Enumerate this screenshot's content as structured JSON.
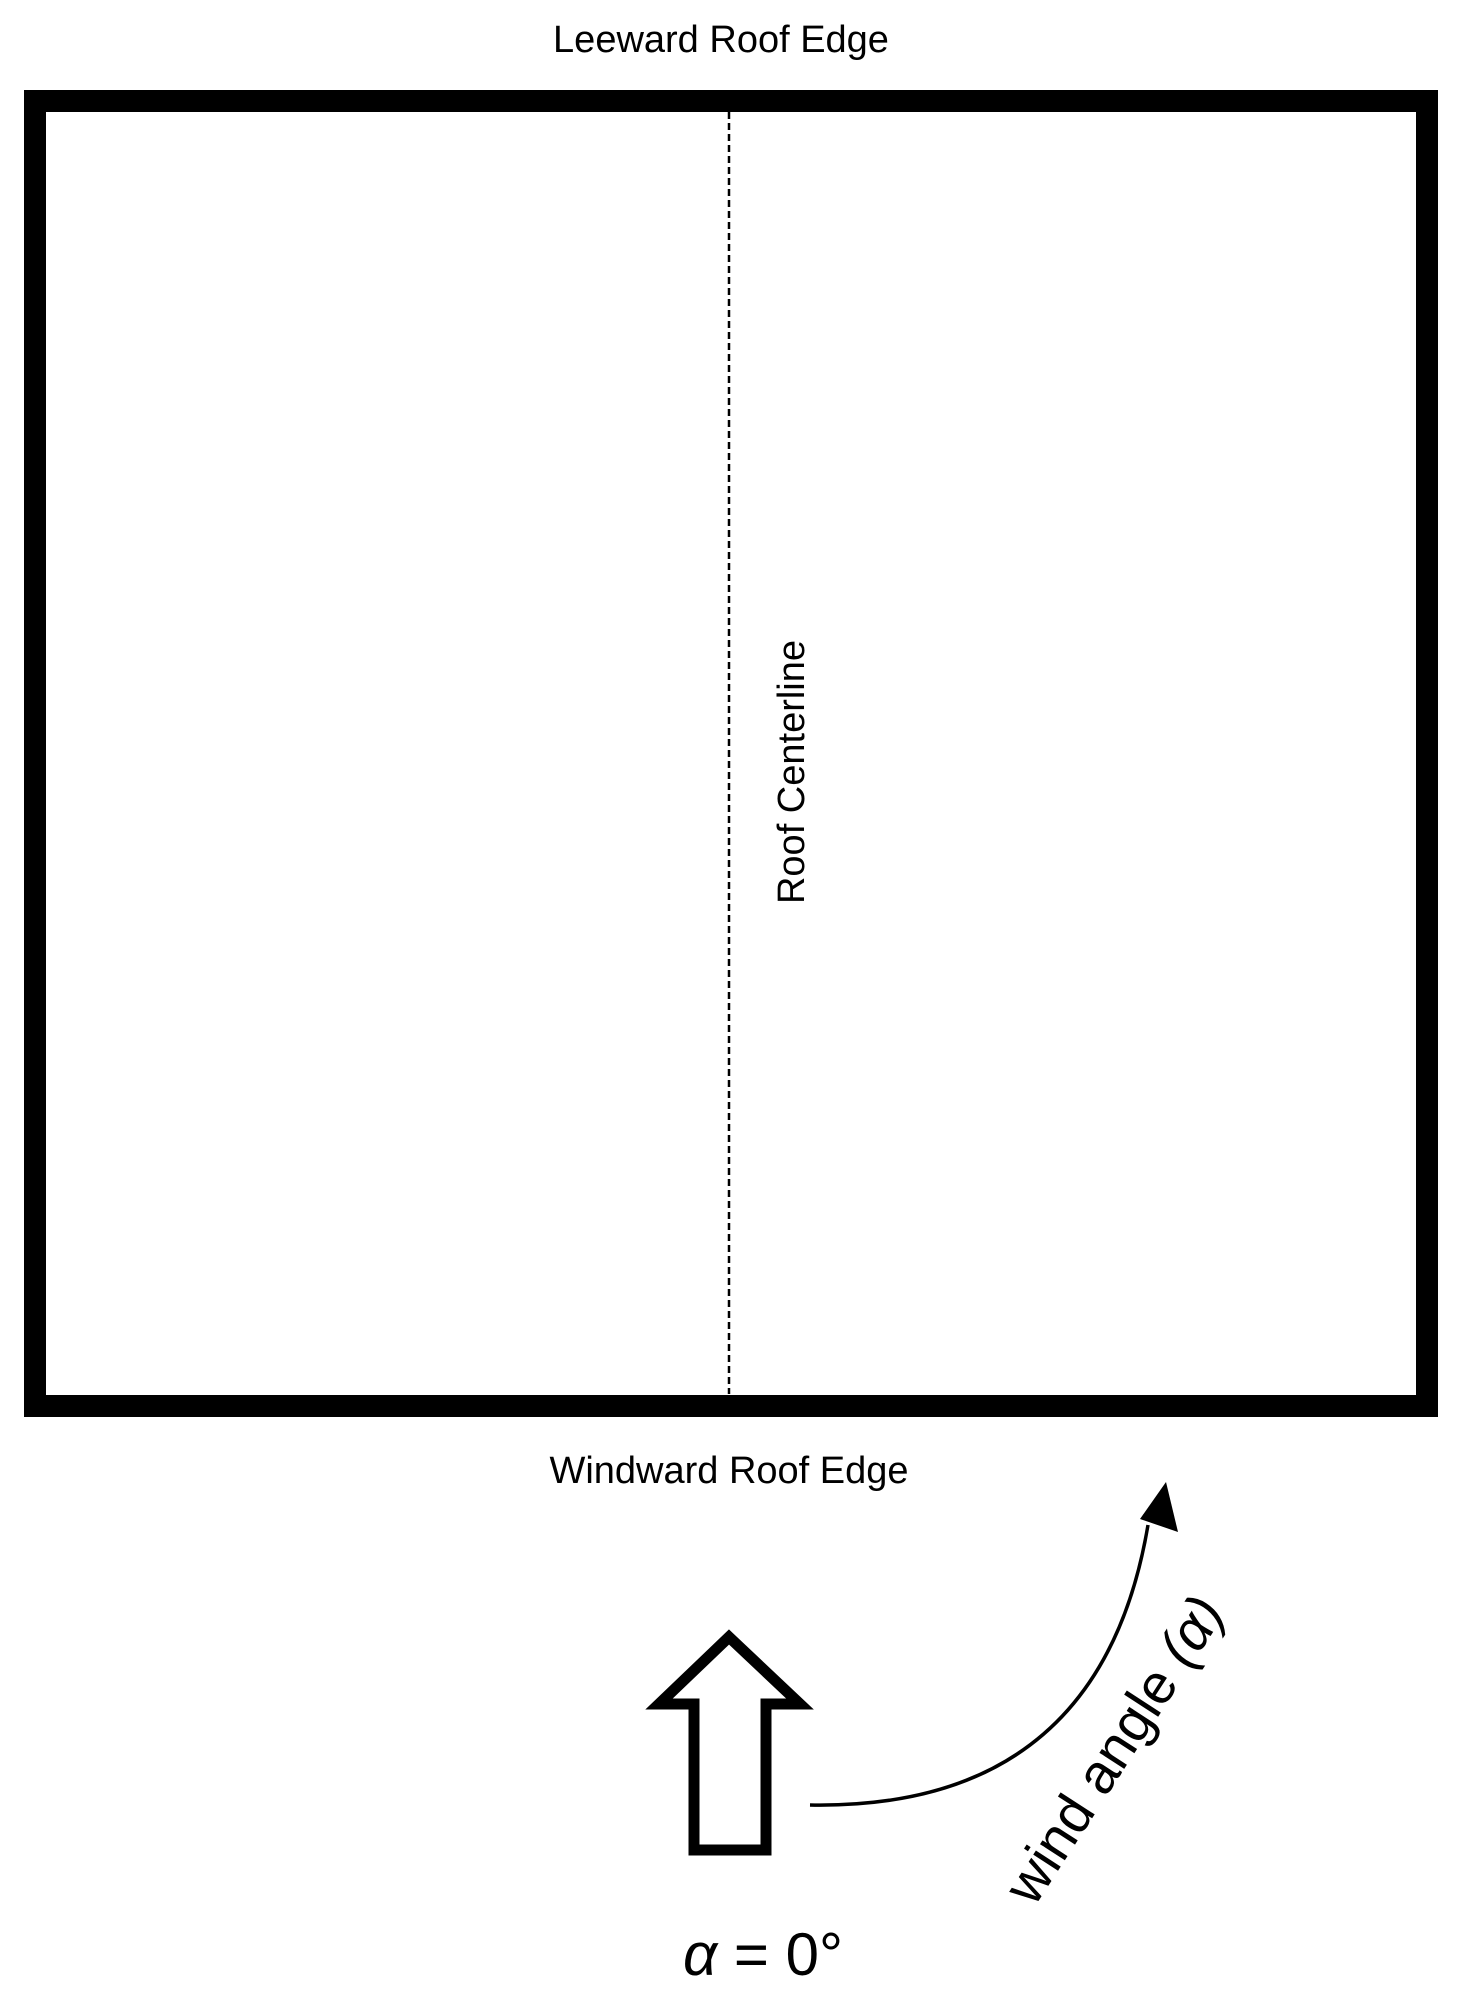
{
  "labels": {
    "leeward_edge": "Leeward Roof Edge",
    "windward_edge": "Windward Roof Edge",
    "centerline": "Roof Centerline",
    "wind_angle": "wind angle (α)",
    "zero_angle": "α = 0°"
  },
  "icons": {
    "wind_direction": "up-arrow-icon",
    "rotation": "curved-arrow-icon"
  },
  "colors": {
    "stroke": "#000000",
    "background": "#ffffff"
  }
}
